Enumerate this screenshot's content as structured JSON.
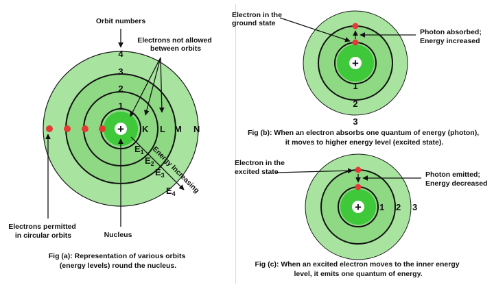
{
  "fig_a": {
    "label_orbit_numbers": "Orbit numbers",
    "label_not_allowed_line1": "Electrons not allowed",
    "label_not_allowed_line2": "between orbits",
    "orbit_numbers": [
      "1",
      "2",
      "3",
      "4"
    ],
    "shell_letters": [
      "K",
      "L",
      "M",
      "N"
    ],
    "energy_levels": [
      {
        "base": "E",
        "sub": "1"
      },
      {
        "base": "E",
        "sub": "2"
      },
      {
        "base": "E",
        "sub": "3"
      },
      {
        "base": "E",
        "sub": "4"
      }
    ],
    "energy_arrow_label": "Energy Increasing",
    "label_permitted_line1": "Electrons permitted",
    "label_permitted_line2": "in circular orbits",
    "label_nucleus": "Nucleus",
    "caption_line1": "Fig (a): Representation of various orbits",
    "caption_line2": "(energy levels) round the nucleus."
  },
  "fig_b": {
    "label_ground_line1": "Electron in the",
    "label_ground_line2": "ground state",
    "label_absorbed_line1": "Photon absorbed;",
    "label_absorbed_line2": "Energy increased",
    "orbit_numbers": [
      "1",
      "2",
      "3"
    ],
    "caption_line1": "Fig (b): When an electron absorbs one quantum of energy (photon),",
    "caption_line2": "it moves to higher energy level (excited state)."
  },
  "fig_c": {
    "label_excited_line1": "Electron in the",
    "label_excited_line2": "excited state",
    "label_emitted_line1": "Photon emitted;",
    "label_emitted_line2": "Energy decreased",
    "orbit_numbers": [
      "1",
      "2",
      "3"
    ],
    "caption_line1": "Fig (c): When an excited electron moves to the inner energy",
    "caption_line2": "level, it emits one quantum of energy."
  },
  "symbols": {
    "nucleus": "+"
  },
  "colors": {
    "ring_light": "#a8e4a0",
    "ring_mid": "#8fd884",
    "nucleus_green": "#3ec83a",
    "electron_red": "#e53935",
    "line": "#111111"
  }
}
